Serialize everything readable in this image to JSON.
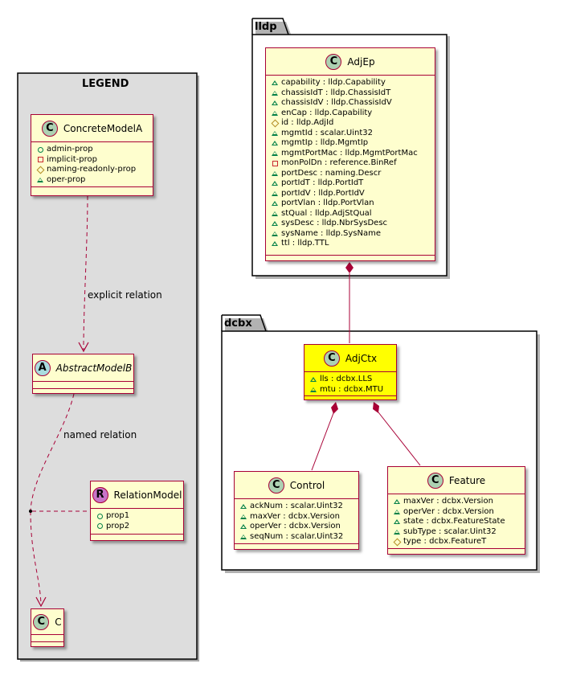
{
  "legend": {
    "title": "LEGEND"
  },
  "packages": {
    "lldp": "lldp",
    "dcbx": "dcbx"
  },
  "relations": {
    "explicit": "explicit relation",
    "named": "named relation"
  },
  "classes": {
    "concrete_model_a": {
      "badge": "C",
      "name": "ConcreteModelA",
      "attrs": [
        {
          "vis": "public",
          "text": "admin-prop"
        },
        {
          "vis": "private",
          "text": "implicit-prop"
        },
        {
          "vis": "protected",
          "text": "naming-readonly-prop"
        },
        {
          "vis": "package",
          "text": "oper-prop"
        }
      ]
    },
    "abstract_model_b": {
      "badge": "A",
      "name": "AbstractModelB"
    },
    "relation_model": {
      "badge": "R",
      "name": "RelationModel",
      "attrs": [
        {
          "vis": "public",
          "text": "prop1"
        },
        {
          "vis": "public",
          "text": "prop2"
        }
      ]
    },
    "c": {
      "badge": "C",
      "name": "C"
    },
    "adj_ep": {
      "badge": "C",
      "name": "AdjEp",
      "attrs": [
        {
          "vis": "package",
          "text": "capability : lldp.Capability"
        },
        {
          "vis": "package",
          "text": "chassisIdT : lldp.ChassisIdT"
        },
        {
          "vis": "package",
          "text": "chassisIdV : lldp.ChassisIdV"
        },
        {
          "vis": "package",
          "text": "enCap : lldp.Capability"
        },
        {
          "vis": "protected",
          "text": "id : lldp.AdjId"
        },
        {
          "vis": "package",
          "text": "mgmtId : scalar.Uint32"
        },
        {
          "vis": "package",
          "text": "mgmtIp : lldp.MgmtIp"
        },
        {
          "vis": "package",
          "text": "mgmtPortMac : lldp.MgmtPortMac"
        },
        {
          "vis": "private",
          "text": "monPolDn : reference.BinRef"
        },
        {
          "vis": "package",
          "text": "portDesc : naming.Descr"
        },
        {
          "vis": "package",
          "text": "portIdT : lldp.PortIdT"
        },
        {
          "vis": "package",
          "text": "portIdV : lldp.PortIdV"
        },
        {
          "vis": "package",
          "text": "portVlan : lldp.PortVlan"
        },
        {
          "vis": "package",
          "text": "stQual : lldp.AdjStQual"
        },
        {
          "vis": "package",
          "text": "sysDesc : lldp.NbrSysDesc"
        },
        {
          "vis": "package",
          "text": "sysName : lldp.SysName"
        },
        {
          "vis": "package",
          "text": "ttl : lldp.TTL"
        }
      ]
    },
    "adj_ctx": {
      "badge": "C",
      "name": "AdjCtx",
      "highlight_color": "#FFFF00",
      "attrs": [
        {
          "vis": "package",
          "text": "lls : dcbx.LLS"
        },
        {
          "vis": "package",
          "text": "mtu : dcbx.MTU"
        }
      ]
    },
    "control": {
      "badge": "C",
      "name": "Control",
      "attrs": [
        {
          "vis": "package",
          "text": "ackNum : scalar.Uint32"
        },
        {
          "vis": "package",
          "text": "maxVer : dcbx.Version"
        },
        {
          "vis": "package",
          "text": "operVer : dcbx.Version"
        },
        {
          "vis": "package",
          "text": "seqNum : scalar.Uint32"
        }
      ]
    },
    "feature": {
      "badge": "C",
      "name": "Feature",
      "attrs": [
        {
          "vis": "package",
          "text": "maxVer : dcbx.Version"
        },
        {
          "vis": "package",
          "text": "operVer : dcbx.Version"
        },
        {
          "vis": "package",
          "text": "state : dcbx.FeatureState"
        },
        {
          "vis": "package",
          "text": "subType : scalar.Uint32"
        },
        {
          "vis": "protected",
          "text": "type : dcbx.FeatureT"
        }
      ]
    }
  },
  "colors": {
    "class_fill": "#FEFECE",
    "class_border": "#A80036",
    "highlight": "#FFFF00",
    "legend_fill": "#DDDDDD",
    "badge_class": "#ADD1B2",
    "badge_abstract": "#A9DCDF",
    "badge_relation": "#C874C8"
  }
}
